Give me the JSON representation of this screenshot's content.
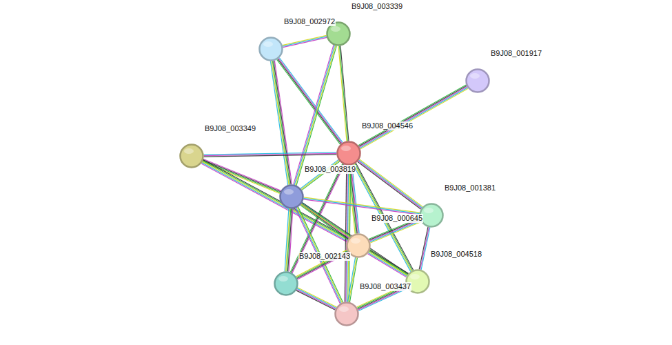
{
  "diagram": {
    "nodes": [
      {
        "text": [
          "B9J08_003339"
        ]
      },
      {
        "text": [
          "B9J08_002972"
        ]
      },
      {
        "text": [
          "B9J08_001917"
        ]
      },
      {
        "text": [
          "B9J08_003349"
        ]
      },
      {
        "text": [
          "B9J08_004546"
        ]
      },
      {
        "text": [
          "B9J08_003819"
        ]
      },
      {
        "text": [
          "B9J08_001381"
        ]
      },
      {
        "text": [
          "B9J08_000645"
        ]
      },
      {
        "text": [
          "B9J08_002143"
        ]
      },
      {
        "text": [
          "B9J08_004518"
        ]
      },
      {
        "text": [
          "B9J08_003437"
        ]
      }
    ],
    "edges": [
      {
        "from": 1,
        "to": 0,
        "arrow": "none"
      },
      {
        "from": 1,
        "to": 4,
        "arrow": "none"
      },
      {
        "from": 1,
        "to": 5,
        "arrow": "none"
      },
      {
        "from": 0,
        "to": 4,
        "arrow": "none"
      },
      {
        "from": 0,
        "to": 5,
        "arrow": "none"
      },
      {
        "from": 2,
        "to": 4,
        "arrow": "none"
      },
      {
        "from": 3,
        "to": 4,
        "arrow": "none"
      },
      {
        "from": 3,
        "to": 5,
        "arrow": "none"
      },
      {
        "from": 3,
        "to": 7,
        "arrow": "none"
      },
      {
        "from": 4,
        "to": 5,
        "arrow": "none"
      },
      {
        "from": 4,
        "to": 6,
        "arrow": "none"
      },
      {
        "from": 4,
        "to": 7,
        "arrow": "none"
      },
      {
        "from": 4,
        "to": 8,
        "arrow": "none"
      },
      {
        "from": 4,
        "to": 9,
        "arrow": "none"
      },
      {
        "from": 4,
        "to": 10,
        "arrow": "none"
      },
      {
        "from": 5,
        "to": 6,
        "arrow": "none"
      },
      {
        "from": 5,
        "to": 7,
        "arrow": "none"
      },
      {
        "from": 5,
        "to": 8,
        "arrow": "none"
      },
      {
        "from": 5,
        "to": 9,
        "arrow": "none"
      },
      {
        "from": 5,
        "to": 10,
        "arrow": "none"
      },
      {
        "from": 6,
        "to": 7,
        "arrow": "none"
      },
      {
        "from": 6,
        "to": 9,
        "arrow": "none"
      },
      {
        "from": 7,
        "to": 8,
        "arrow": "none"
      },
      {
        "from": 7,
        "to": 9,
        "arrow": "none"
      },
      {
        "from": 7,
        "to": 10,
        "arrow": "none"
      },
      {
        "from": 8,
        "to": 10,
        "arrow": "none"
      },
      {
        "from": 9,
        "to": 10,
        "arrow": "none"
      }
    ]
  }
}
